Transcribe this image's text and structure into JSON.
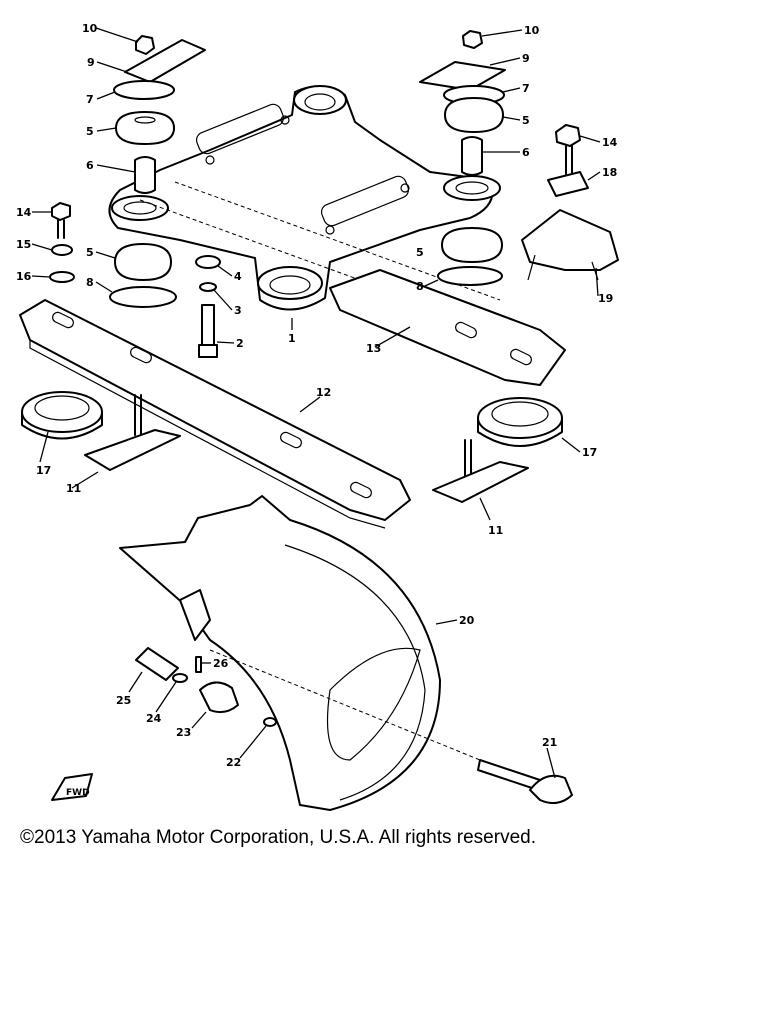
{
  "copyright": "©2013 Yamaha Motor Corporation, U.S.A. All rights reserved.",
  "stamp": "FWD",
  "callouts": [
    {
      "id": "c10a",
      "label": "10"
    },
    {
      "id": "c9a",
      "label": "9"
    },
    {
      "id": "c7a",
      "label": "7"
    },
    {
      "id": "c5a",
      "label": "5"
    },
    {
      "id": "c6a",
      "label": "6"
    },
    {
      "id": "c10b",
      "label": "10"
    },
    {
      "id": "c9b",
      "label": "9"
    },
    {
      "id": "c7b",
      "label": "7"
    },
    {
      "id": "c5b",
      "label": "5"
    },
    {
      "id": "c6b",
      "label": "6"
    },
    {
      "id": "c14a",
      "label": "14"
    },
    {
      "id": "c15",
      "label": "15"
    },
    {
      "id": "c16",
      "label": "16"
    },
    {
      "id": "c5c",
      "label": "5"
    },
    {
      "id": "c8a",
      "label": "8"
    },
    {
      "id": "c4",
      "label": "4"
    },
    {
      "id": "c3",
      "label": "3"
    },
    {
      "id": "c2",
      "label": "2"
    },
    {
      "id": "c1",
      "label": "1"
    },
    {
      "id": "c13",
      "label": "13"
    },
    {
      "id": "c5d",
      "label": "5"
    },
    {
      "id": "c8b",
      "label": "8"
    },
    {
      "id": "c14b",
      "label": "14"
    },
    {
      "id": "c18",
      "label": "18"
    },
    {
      "id": "c19",
      "label": "19"
    },
    {
      "id": "c12",
      "label": "12"
    },
    {
      "id": "c17a",
      "label": "17"
    },
    {
      "id": "c11a",
      "label": "11"
    },
    {
      "id": "c17b",
      "label": "17"
    },
    {
      "id": "c11b",
      "label": "11"
    },
    {
      "id": "c20",
      "label": "20"
    },
    {
      "id": "c26",
      "label": "26"
    },
    {
      "id": "c25",
      "label": "25"
    },
    {
      "id": "c24",
      "label": "24"
    },
    {
      "id": "c23",
      "label": "23"
    },
    {
      "id": "c22",
      "label": "22"
    },
    {
      "id": "c21",
      "label": "21"
    }
  ]
}
